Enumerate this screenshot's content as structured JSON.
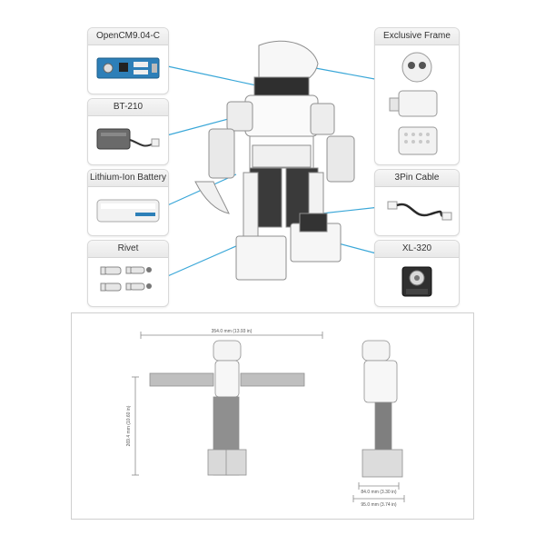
{
  "parts": {
    "opencm": {
      "title": "OpenCM9.04-C"
    },
    "bt210": {
      "title": "BT-210"
    },
    "battery": {
      "title": "Lithium-Ion Battery"
    },
    "rivet": {
      "title": "Rivet"
    },
    "frame": {
      "title": "Exclusive Frame"
    },
    "cable": {
      "title": "3Pin Cable"
    },
    "servo": {
      "title": "XL-320"
    }
  },
  "dimensions": {
    "width": "354.0 mm (13.93 in)",
    "height": "269.4 mm (10.60 in)",
    "depth_a": "84.0 mm (3.30 in)",
    "depth_b": "95.0 mm (3.74 in)"
  },
  "colors": {
    "accent": "#3aa7d8",
    "panel_border": "#d9d9d9"
  }
}
